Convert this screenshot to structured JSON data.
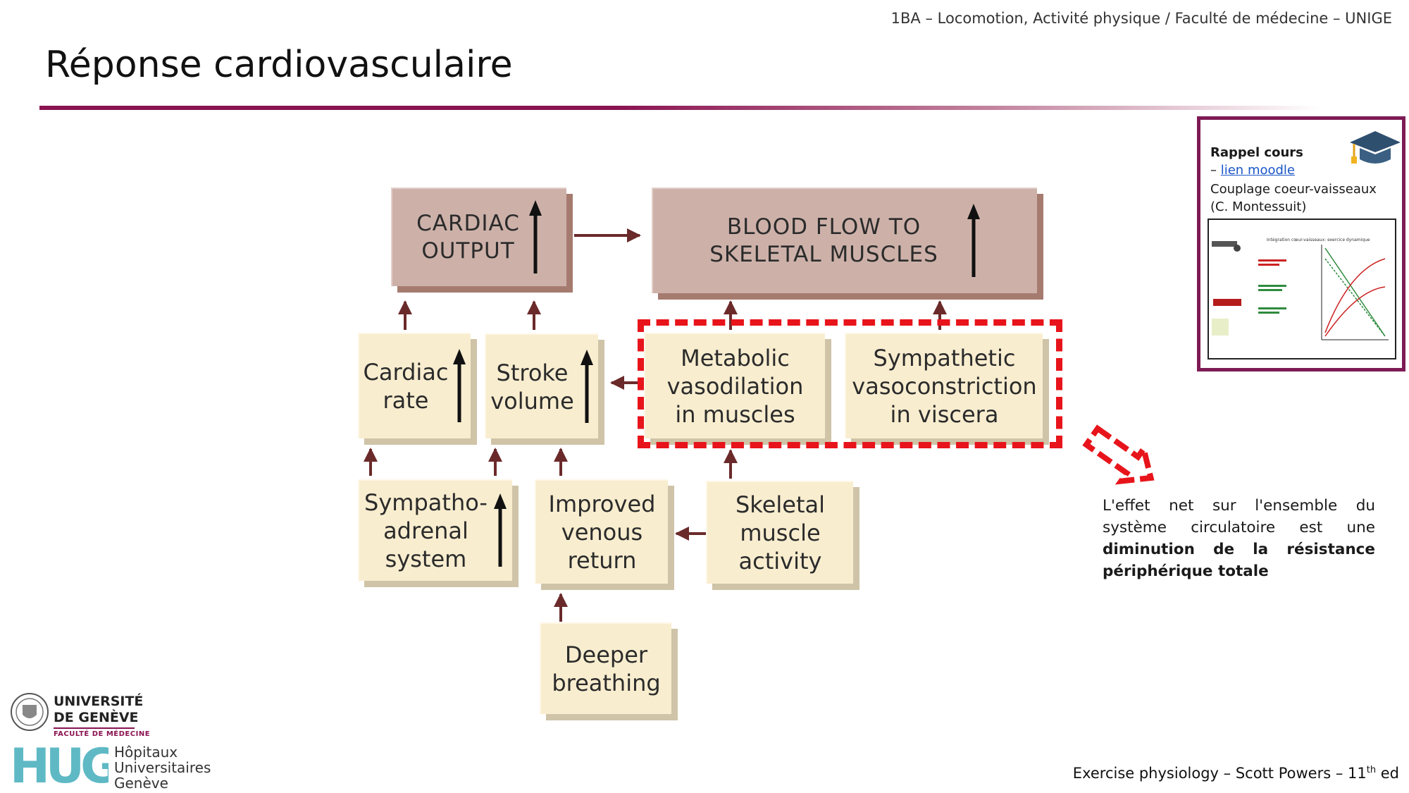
{
  "header": {
    "course": "1BA – Locomotion, Activité physique / Faculté de médecine – UNIGE"
  },
  "slide": {
    "title": "Réponse cardiovasculaire"
  },
  "diagram": {
    "cardiac_output": "CARDIAC\nOUTPUT",
    "blood_flow": "BLOOD FLOW TO\nSKELETAL MUSCLES",
    "cardiac_rate": "Cardiac\nrate",
    "stroke_volume": "Stroke\nvolume",
    "metabolic": "Metabolic\nvasodilation\nin muscles",
    "sympathetic": "Sympathetic\nvasoconstriction\nin viscera",
    "sympatho_adrenal": "Sympatho-\nadrenal\nsystem",
    "venous_return": "Improved\nvenous\nreturn",
    "skeletal_activity": "Skeletal\nmuscle\nactivity",
    "deeper_breathing": "Deeper\nbreathing"
  },
  "note": {
    "intro": "L'effet net sur l'ensemble du système circulatoire est une ",
    "bold": "diminution de la résistance périphérique totale"
  },
  "rappel": {
    "title": "Rappel cours",
    "dash": "– ",
    "link": "lien moodle",
    "desc": "Couplage coeur-vaisseaux (C. Montessuit)",
    "thumb_title": "Intégration cœur-vaisseaux: exercice dynamique"
  },
  "footer": {
    "source": "Exercise physiology – Scott Powers – 11",
    "sup": "th",
    "tail": " ed"
  },
  "logos": {
    "unige_line1": "UNIVERSITÉ",
    "unige_line2": "DE GENÈVE",
    "unige_sub": "FACULTÉ DE MÉDECINE",
    "hug_letters": "HUG",
    "hug_line1": "Hôpitaux",
    "hug_line2": "Universitaires",
    "hug_line3": "Genève"
  },
  "colors": {
    "accent": "#8a1351",
    "brown_box": "#cdb1a9",
    "cream_box": "#f8edcf",
    "arrow": "#6b2a2a",
    "highlight": "#e8141b"
  }
}
